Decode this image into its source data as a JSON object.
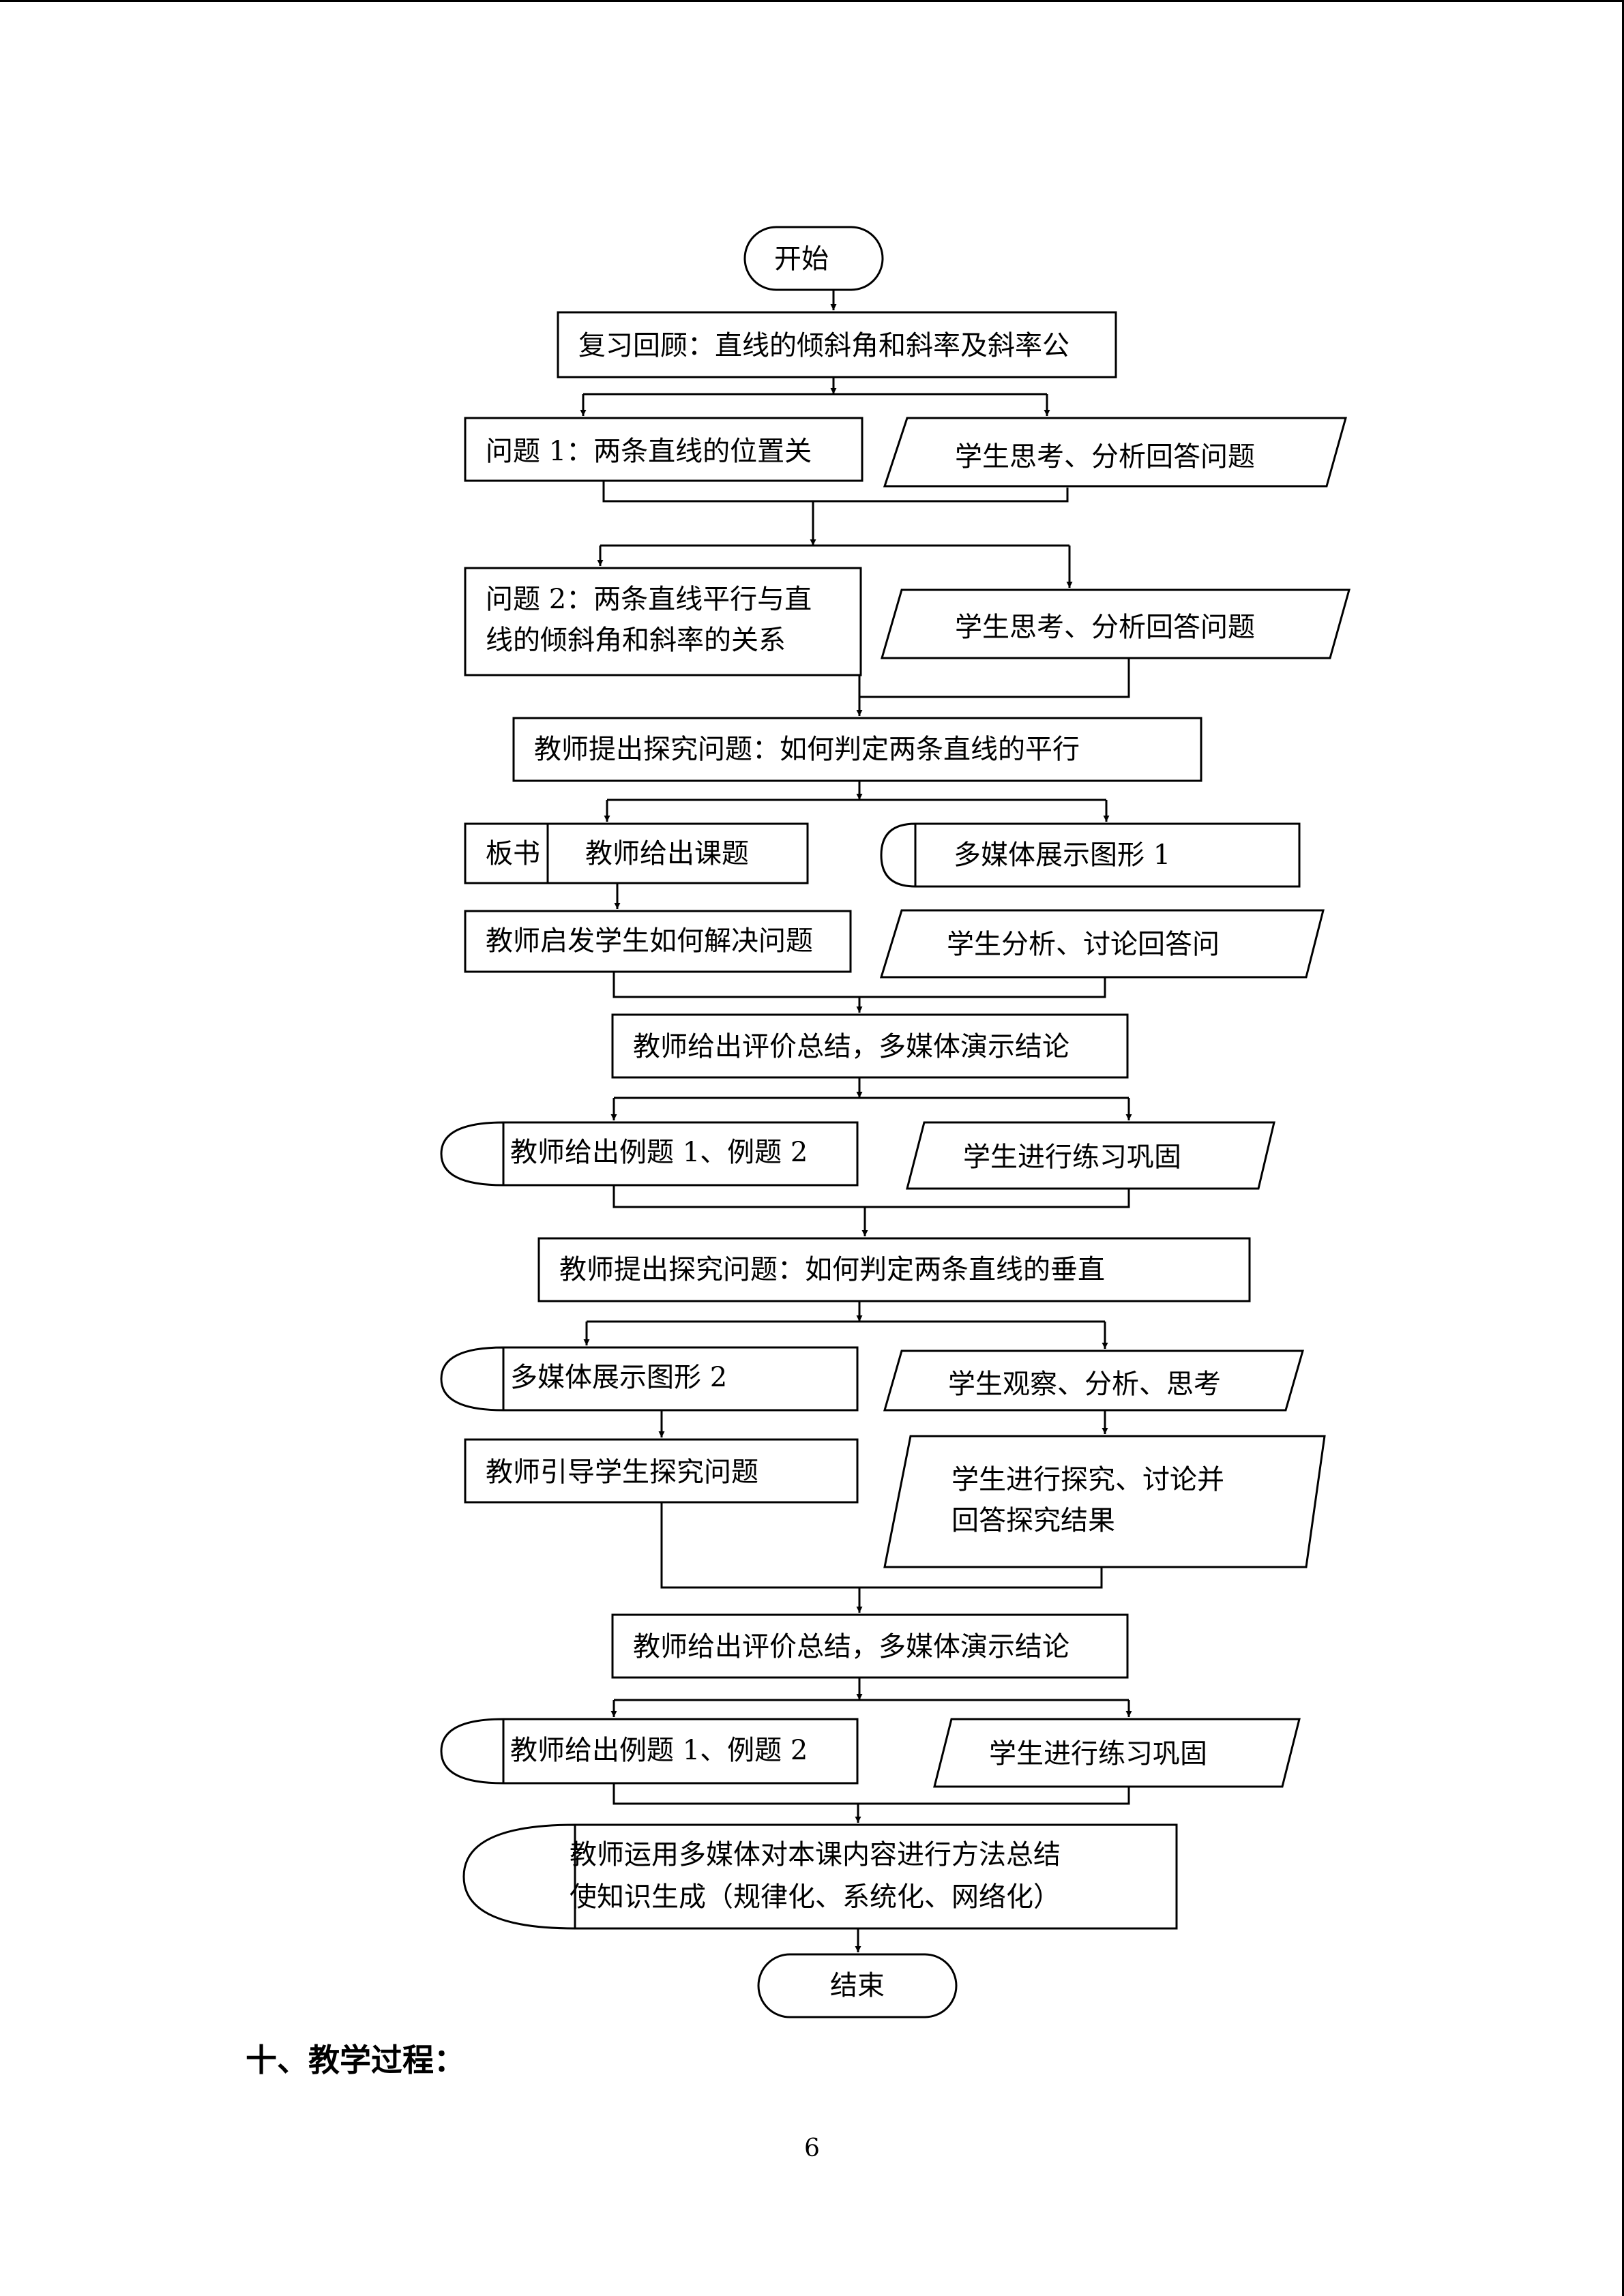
{
  "flowchart": {
    "start": "开始",
    "review": "复习回顾：直线的倾斜角和斜率及斜率公",
    "q1": "问题 1：两条直线的位置关",
    "student_think_1": "学生思考、分析回答问题",
    "q2_line1": "问题 2：两条直线平行与直",
    "q2_line2": "线的倾斜角和斜率的关系",
    "student_think_2": "学生思考、分析回答问题",
    "teacher_parallel": "教师提出探究问题：如何判定两条直线的平行",
    "blackboard": "板书",
    "teacher_topic": "教师给出课题",
    "media_figure_1": "多媒体展示图形 1",
    "teacher_inspire": "教师启发学生如何解决问题",
    "student_discuss": "学生分析、讨论回答问",
    "teacher_summary_1": "教师给出评价总结，多媒体演示结论",
    "teacher_examples_1": "教师给出例题 1、例题 2",
    "student_practice_1": "学生进行练习巩固",
    "teacher_perpendicular": "教师提出探究问题：如何判定两条直线的垂直",
    "media_figure_2": "多媒体展示图形 2",
    "student_observe": "学生观察、分析、思考",
    "teacher_guide": "教师引导学生探究问题",
    "student_explore_line1": "学生进行探究、讨论并",
    "student_explore_line2": "回答探究结果",
    "teacher_summary_2": "教师给出评价总结，多媒体演示结论",
    "teacher_examples_2": "教师给出例题 1、例题 2",
    "student_practice_2": "学生进行练习巩固",
    "final_line1": "教师运用多媒体对本课内容进行方法总结",
    "final_line2": "使知识生成（规律化、系统化、网络化）",
    "end": "结束"
  },
  "section_heading": "十、教学过程：",
  "page_number": "6"
}
